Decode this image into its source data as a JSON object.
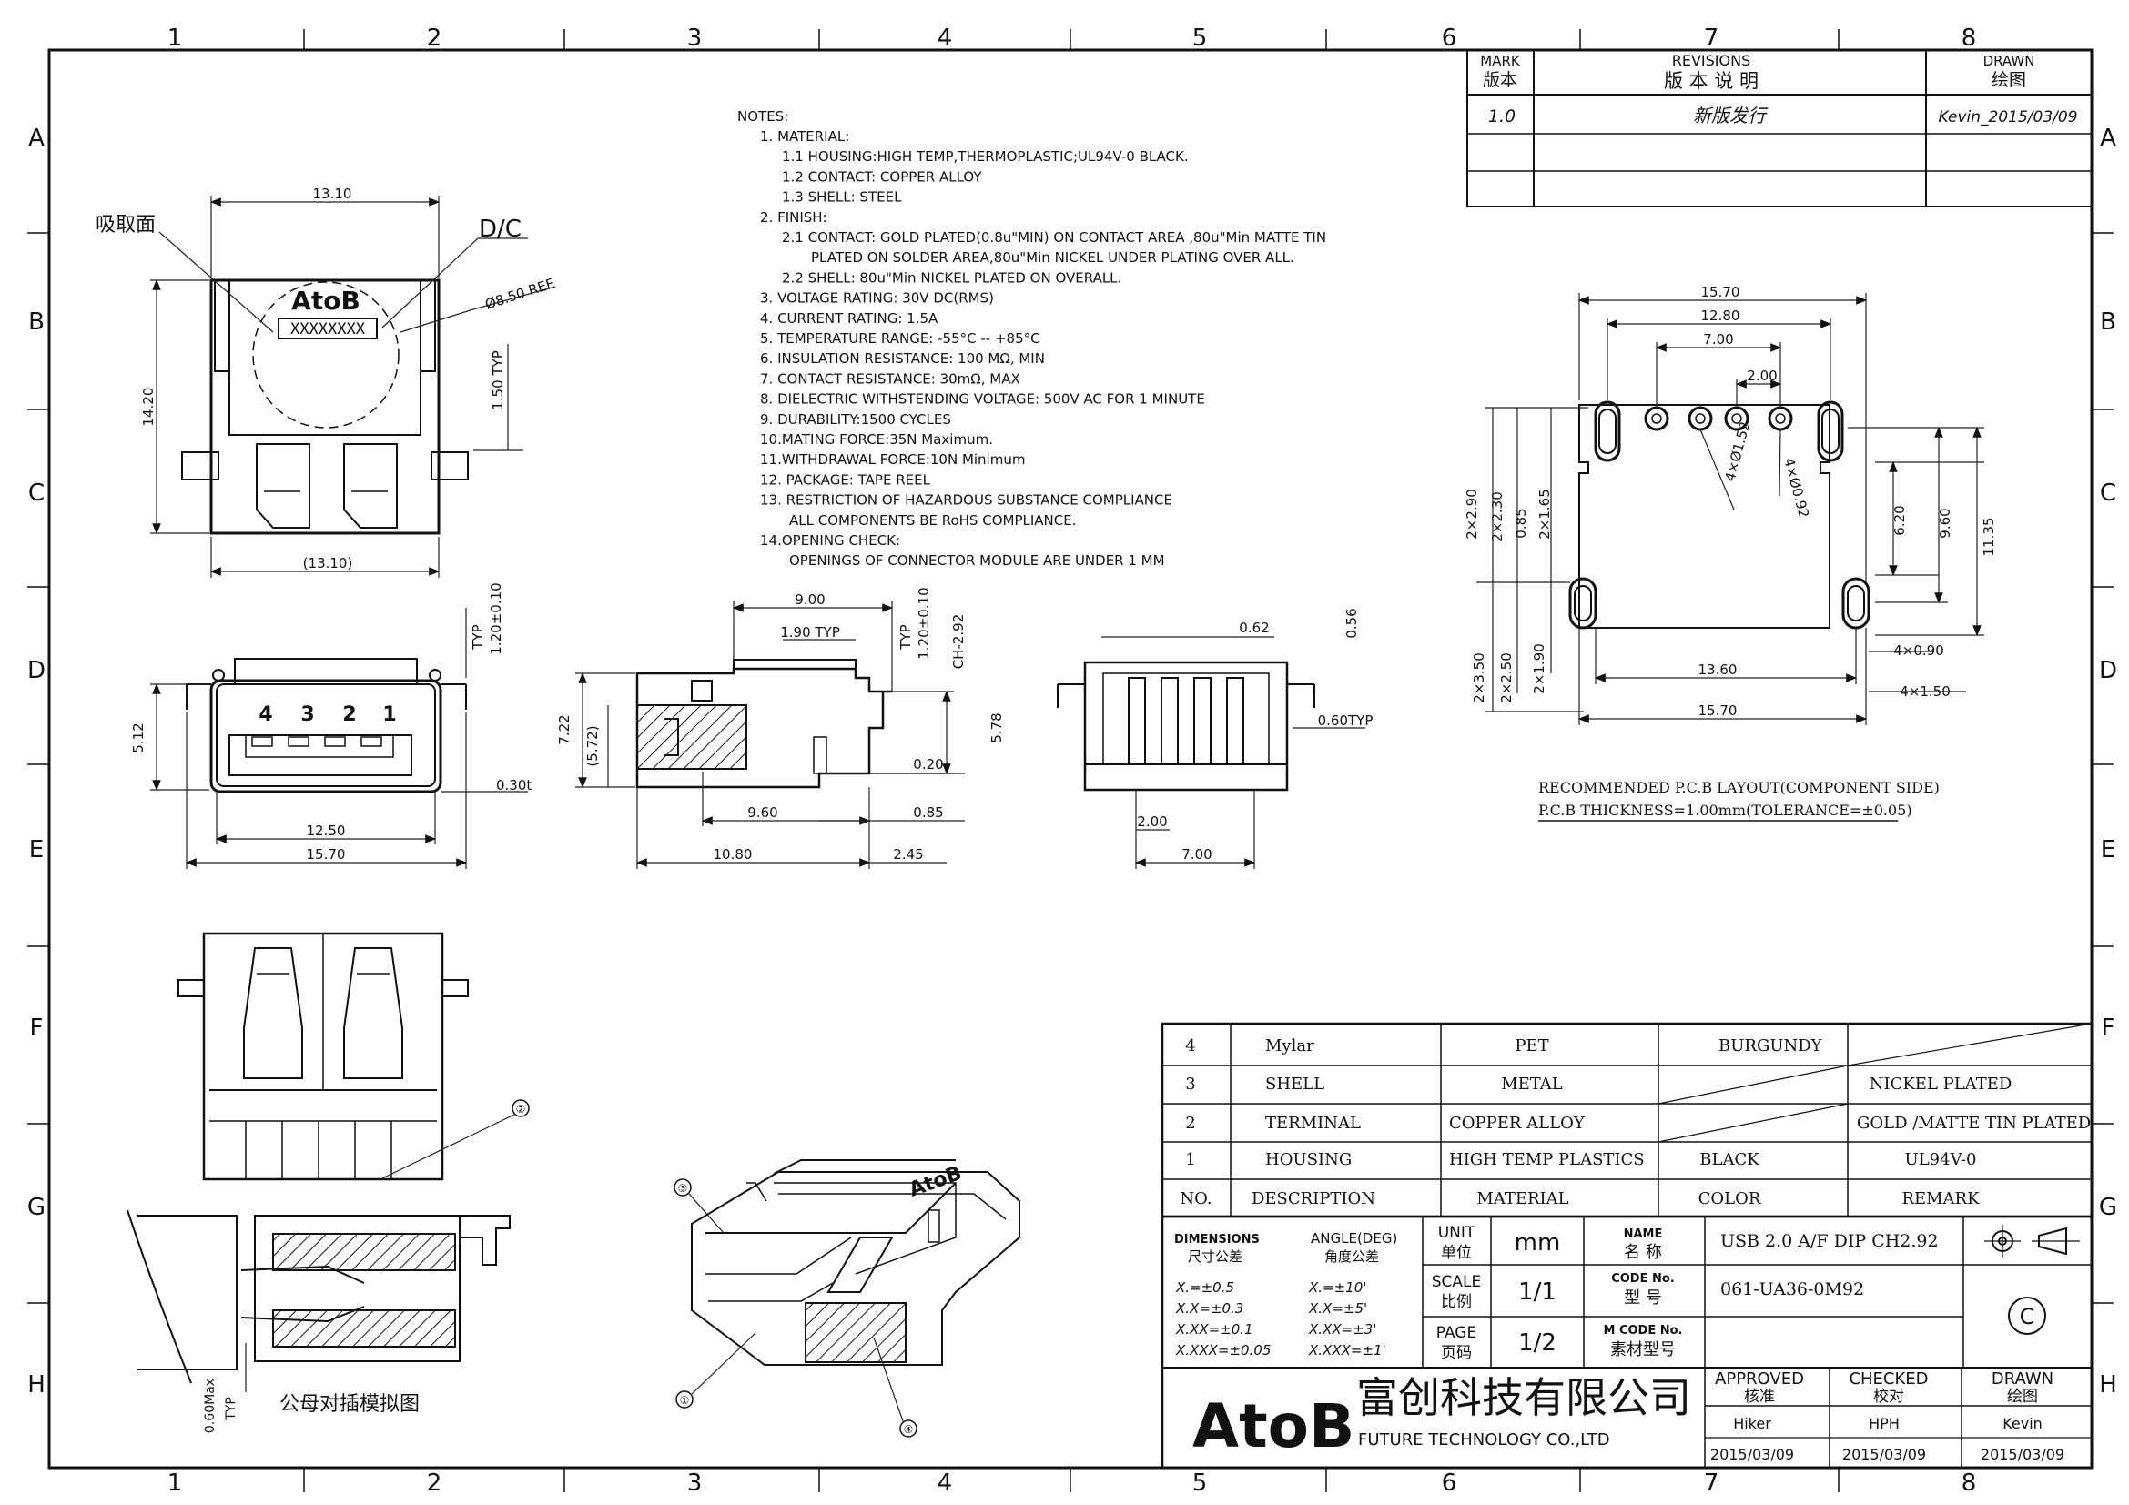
{
  "frame": {
    "col_labels": [
      "1",
      "2",
      "3",
      "4",
      "5",
      "6",
      "7",
      "8"
    ],
    "row_labels": [
      "A",
      "B",
      "C",
      "D",
      "E",
      "F",
      "G",
      "H"
    ]
  },
  "revisions": {
    "mark_en": "MARK",
    "mark_cn": "版本",
    "rev_en": "REVISIONS",
    "rev_cn": "版 本 说 明",
    "drawn_en": "DRAWN",
    "drawn_cn": "绘图",
    "row": {
      "mark": "1.0",
      "desc": "新版发行",
      "drawn": "Kevin_2015/03/09"
    }
  },
  "notes": {
    "title": "NOTES:",
    "lines": [
      "1. MATERIAL:",
      "   1.1 HOUSING:HIGH TEMP,THERMOPLASTIC;UL94V-0 BLACK.",
      "   1.2 CONTACT: COPPER ALLOY",
      "   1.3 SHELL: STEEL",
      "2. FINISH:",
      "   2.1 CONTACT: GOLD PLATED(0.8u\"MIN) ON CONTACT AREA ,80u\"Min MATTE TIN",
      "       PLATED ON SOLDER AREA,80u\"Min NICKEL UNDER PLATING  OVER ALL.",
      "   2.2 SHELL:  80u\"Min NICKEL PLATED ON OVERALL.",
      "3. VOLTAGE RATING: 30V DC(RMS)",
      "4. CURRENT RATING: 1.5A",
      "5. TEMPERATURE RANGE: -55°C -- +85°C",
      "6. INSULATION RESISTANCE: 100 MΩ, MIN",
      "7. CONTACT RESISTANCE: 30mΩ, MAX",
      "8. DIELECTRIC WITHSTENDING VOLTAGE: 500V AC FOR 1 MINUTE",
      "9. DURABILITY:1500 CYCLES",
      "10.MATING FORCE:35N Maximum.",
      "11.WITHDRAWAL FORCE:10N Minimum",
      "12. PACKAGE: TAPE REEL",
      "13. RESTRICTION OF HAZARDOUS SUBSTANCE COMPLIANCE",
      "    ALL COMPONENTS BE RoHS COMPLIANCE.",
      "14.OPENING CHECK:",
      "    OPENINGS OF CONNECTOR MODULE ARE UNDER 1 MM"
    ]
  },
  "top_view": {
    "suction_label": "吸取面",
    "dc_label": "D/C",
    "brand": "AtoB",
    "marking": "XXXXXXXX",
    "dim_top": "13.10",
    "dim_bottom": "(13.10)",
    "dim_left": "14.20",
    "dim_circle": "Ø8.50 REF",
    "dim_typ": "1.50 TYP"
  },
  "front_view": {
    "pins": [
      "4",
      "3",
      "2",
      "1"
    ],
    "dim_width1": "12.50",
    "dim_width2": "15.70",
    "dim_height": "5.12",
    "dim_shell": "0.30t",
    "dim_typ": "1.20±0.10",
    "typ": "TYP"
  },
  "side_view": {
    "dim_900": "9.00",
    "dim_190": "1.90 TYP",
    "dim_120": "1.20±0.10",
    "typ": "TYP",
    "dim_ch": "CH-2.92",
    "dim_722": "7.22",
    "dim_572": "(5.72)",
    "dim_578": "5.78",
    "dim_020": "0.20",
    "dim_960": "9.60",
    "dim_085": "0.85",
    "dim_1080": "10.80",
    "dim_245": "2.45"
  },
  "rear_view": {
    "dim_062": "0.62",
    "dim_056": "0.56",
    "dim_060": "0.60TYP",
    "dim_200": "2.00",
    "dim_700": "7.00"
  },
  "pcb_layout": {
    "dim_1570": "15.70",
    "dim_1280": "12.80",
    "dim_700": "7.00",
    "dim_200": "2.00",
    "dim_hole1": "4×Ø1.52",
    "dim_hole2": "4×Ø0.92",
    "dim_290": "2×2.90",
    "dim_230": "2×2.30",
    "dim_085": "0.85",
    "dim_165": "2×1.65",
    "dim_620": "6.20",
    "dim_960": "9.60",
    "dim_1135": "11.35",
    "dim_090": "4×0.90",
    "dim_150": "4×1.50",
    "dim_1360": "13.60",
    "dim_1570b": "15.70",
    "dim_350": "2×3.50",
    "dim_250": "2×2.50",
    "dim_190": "2×1.90",
    "caption1": "RECOMMENDED P.C.B LAYOUT(COMPONENT SIDE)",
    "caption2": "P.C.B THICKNESS=1.00mm(TOLERANCE=±0.05)"
  },
  "mating_view": {
    "caption": "公母对插模拟图",
    "dim_060": "0.60Max",
    "typ": "TYP",
    "balloon": "②"
  },
  "iso_view": {
    "balloons": [
      "③",
      "①",
      "④"
    ],
    "brand": "AtoB"
  },
  "bom": {
    "headers": [
      "NO.",
      "DESCRIPTION",
      "MATERIAL",
      "COLOR",
      "REMARK"
    ],
    "rows": [
      {
        "no": "4",
        "desc": "Mylar",
        "material": "PET",
        "color": "BURGUNDY",
        "remark": ""
      },
      {
        "no": "3",
        "desc": "SHELL",
        "material": "METAL",
        "color": "",
        "remark": "NICKEL PLATED"
      },
      {
        "no": "2",
        "desc": "TERMINAL",
        "material": "COPPER ALLOY",
        "color": "",
        "remark": "GOLD /MATTE  TIN PLATED"
      },
      {
        "no": "1",
        "desc": "HOUSING",
        "material": "HIGH TEMP PLASTICS",
        "color": "BLACK",
        "remark": "UL94V-0"
      }
    ]
  },
  "title_block": {
    "dimensions_en": "DIMENSIONS",
    "dimensions_cn": "尺寸公差",
    "angle_en": "ANGLE(DEG)",
    "angle_cn": "角度公差",
    "tol_lin": [
      "X.=±0.5",
      "X.X=±0.3",
      "X.XX=±0.1",
      "X.XXX=±0.05"
    ],
    "tol_ang": [
      "X.=±10'",
      "X.X=±5'",
      "X.XX=±3'",
      "X.XXX=±1'"
    ],
    "unit_en": "UNIT",
    "unit_cn": "单位",
    "unit_val": "mm",
    "scale_en": "SCALE",
    "scale_cn": "比例",
    "scale_val": "1/1",
    "page_en": "PAGE",
    "page_cn": "页码",
    "page_val": "1/2",
    "name_en": "NAME",
    "name_cn": "名 称",
    "name_val": "USB 2.0  A/F DIP CH2.92",
    "code_en": "CODE No.",
    "code_cn": "型 号",
    "code_val": "061-UA36-0M92",
    "mcode_en": "M CODE No.",
    "mcode_cn": "素材型号",
    "copyright": "C",
    "company_logo": "AtoB",
    "company_cn": "富创科技有限公司",
    "company_en": "FUTURE TECHNOLOGY CO.,LTD",
    "approved_en": "APPROVED",
    "approved_cn": "核准",
    "approved_by": "Hiker",
    "approved_date": "2015/03/09",
    "checked_en": "CHECKED",
    "checked_cn": "校对",
    "checked_by": "HPH",
    "checked_date": "2015/03/09",
    "drawn_en": "DRAWN",
    "drawn_cn": "绘图",
    "drawn_by": "Kevin",
    "drawn_date": "2015/03/09"
  }
}
